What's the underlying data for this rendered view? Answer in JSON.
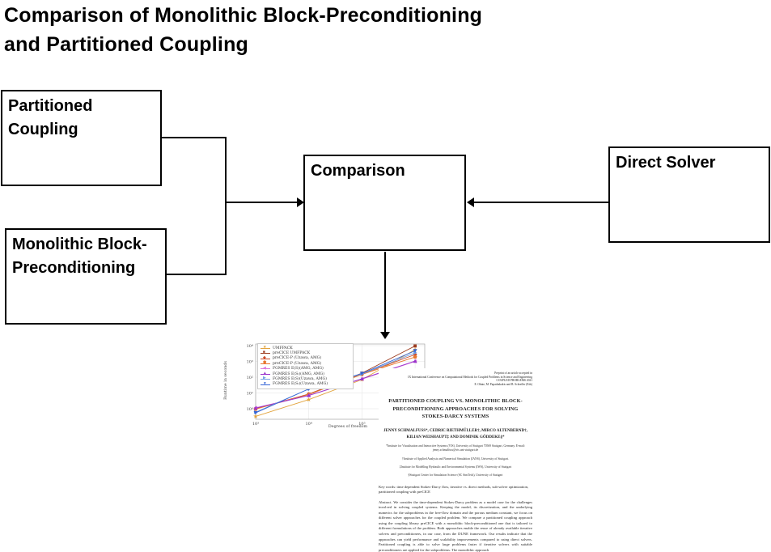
{
  "page": {
    "background": "#ffffff",
    "line_color": "#000000"
  },
  "title": {
    "line1": "Comparison of Monolithic Block-Preconditioning",
    "line2": "and Partitioned Coupling"
  },
  "boxes": {
    "partitioned": {
      "label": "Partitioned Coupling"
    },
    "monolithic": {
      "label": "Monolithic Block-Preconditioning"
    },
    "comparison": {
      "label": "Comparison"
    },
    "direct": {
      "label": "Direct Solver"
    }
  },
  "chart_data": {
    "type": "line",
    "title": "",
    "xlabel": "Degrees of freedom",
    "ylabel": "Runtime in seconds",
    "x_scale": "log",
    "y_scale": "log",
    "grid": true,
    "legend_position": "upper left",
    "x": [
      1000,
      10000,
      100000,
      1000000
    ],
    "x_tick_values": [
      1000,
      10000,
      100000
    ],
    "x_tick_labels": [
      "10³",
      "10⁴",
      "10⁵"
    ],
    "y_tick_values": [
      1,
      10,
      100,
      1000,
      10000
    ],
    "y_tick_labels": [
      "10⁰",
      "10¹",
      "10²",
      "10³",
      "10⁴"
    ],
    "xlim": [
      700,
      3000000
    ],
    "ylim": [
      0.2,
      30000
    ],
    "series": [
      {
        "name": "UMFPACK",
        "color": "#e2a33c",
        "marker": "star",
        "values": [
          0.33,
          3.8,
          70,
          5500
        ]
      },
      {
        "name": "preCICE UMFPACK",
        "color": "#9c3a1d",
        "marker": "square",
        "values": [
          1.0,
          8.5,
          180,
          9500
        ]
      },
      {
        "name": "preCICE-P (Uzawa, AMG)",
        "color": "#cc4a28",
        "marker": "diamond",
        "values": [
          1.0,
          8.5,
          160,
          2700
        ]
      },
      {
        "name": "preCICE-P (Uzawa, AMG)",
        "color": "#e8772e",
        "marker": "pentagon",
        "values": [
          0.95,
          8.0,
          150,
          1900
        ]
      },
      {
        "name": "FGMRES E(S)(AMG, AMG)",
        "color": "#dc79dc",
        "marker": "triangle-left",
        "values": [
          1.15,
          7.0,
          75,
          1000
        ]
      },
      {
        "name": "FGMRES E(Sₗ)(AMG, AMG)",
        "color": "#9933cc",
        "marker": "triangle-up",
        "values": [
          1.1,
          7.0,
          80,
          1050
        ]
      },
      {
        "name": "FGMRES E(S)(Uzawa, AMG)",
        "color": "#74a3e3",
        "marker": "triangle-right",
        "values": [
          0.6,
          18,
          160,
          3500
        ]
      },
      {
        "name": "FGMRES E(Sₗ)(Uzawa, AMG)",
        "color": "#3565d6",
        "marker": "triangle-down",
        "values": [
          0.55,
          18,
          170,
          4700
        ]
      }
    ]
  },
  "figure": {
    "paper": {
      "header_lines": [
        "Preprint of an article accepted in",
        "IX International Conference on Computational Methods for Coupled Problems in Science and Engineering",
        "COUPLED PROBLEMS 2021",
        "E. Oñate, M. Papadrakakis and B. Schrefler (Eds)"
      ],
      "title": "PARTITIONED COUPLING VS. MONOLITHIC BLOCK-PRECONDITIONING APPROACHES FOR SOLVING STOKES-DARCY SYSTEMS",
      "authors": "JENNY SCHMALFUSS*, CEDRIC RIETHMÜLLER†, MIRCO ALTENBERND†, KILIAN WEISHAUPT‡ AND DOMINIK GÖDDEKE§*",
      "affiliations": [
        "*Institute for Visualisation and Interactive Systems (VIS), University of Stuttgart 70569 Stuttgart, Germany. E-mail: jenny.schmalfuss@vis.uni-stuttgart.de",
        "†Institute of Applied Analysis and Numerical Simulation (IANS), University of Stuttgart.",
        "‡Institute for Modelling Hydraulic and Environmental Systems (IWS), University of Stuttgart",
        "§Stuttgart Center for Simulation Science (SC SimTech), University of Stuttgart"
      ],
      "keywords": "Key words: time dependent Stokes-Darcy flow, iterative vs. direct methods, sub-solver optimization, partitioned coupling with preCICE",
      "abstract": "Abstract. We consider the time-dependent Stokes-Darcy problem as a model case for the challenges involved in solving coupled systems. Keeping the model, its discretization, and the underlying numerics for the subproblems in the free-flow domain and the porous medium constant, we focus on different solver approaches for the coupled problem. We compare a partitioned coupling approach using the coupling library preCICE with a monolithic block-preconditioned one that is tailored to different formulations of the problem. Both approaches enable the reuse of already available iterative solvers and preconditioners, in our case, from the DUNE framework. Our results indicate that the approaches can yield performance and scalability improvements compared to using direct solvers. Partitioned coupling is able to solve large problems faster if iterative solvers with suitable preconditioners are applied for the subproblems. The monolithic approach"
    }
  }
}
